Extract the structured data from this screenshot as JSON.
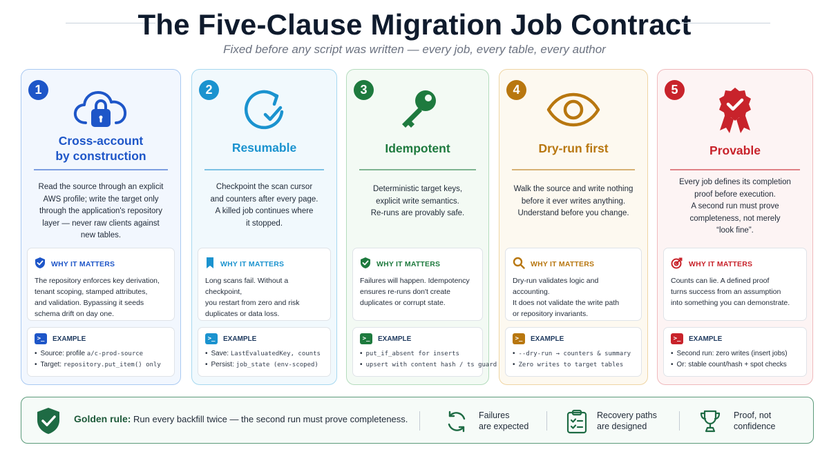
{
  "header": {
    "title": "The Five-Clause Migration Job Contract",
    "subtitle": "Fixed before any script was written — every job, every table, every author"
  },
  "labels": {
    "why": "WHY IT MATTERS",
    "example": "EXAMPLE"
  },
  "cards": [
    {
      "number": "1",
      "title_line1": "Cross-account",
      "title_line2": "by construction",
      "icon": "cloud-lock-icon",
      "color": "#1e56c8",
      "bg": "#f2f7fe",
      "border": "#a9c9f2",
      "desc": [
        "Read the source through an explicit",
        "AWS profile; write the target only",
        "through the application's repository",
        "layer — never raw clients against",
        "new tables."
      ],
      "why_icon": "shield-check-icon",
      "why": [
        "The repository enforces key derivation,",
        "tenant scoping, stamped attributes,",
        "and validation. Bypassing it seeds",
        "schema drift on day one."
      ],
      "example": [
        {
          "label": "Source:",
          "text": "profile",
          "code": "a/c-prod-source"
        },
        {
          "label": "Target:",
          "text": "",
          "code": "repository.put_item() only"
        }
      ]
    },
    {
      "number": "2",
      "title_line1": "Resumable",
      "title_line2": "",
      "icon": "refresh-check-icon",
      "color": "#1b93cf",
      "bg": "#f1f9fd",
      "border": "#a6d8f0",
      "desc": [
        "Checkpoint the scan cursor",
        "and counters after every page.",
        "A killed job continues where",
        "it stopped."
      ],
      "why_icon": "bookmark-icon",
      "why": [
        "Long scans fail. Without a checkpoint,",
        "you restart from zero and risk",
        "duplicates or data loss."
      ],
      "example": [
        {
          "label": "Save:",
          "text": "",
          "code": "LastEvaluatedKey, counts"
        },
        {
          "label": "Persist:",
          "text": "",
          "code": "job_state (env-scoped)"
        }
      ]
    },
    {
      "number": "3",
      "title_line1": "Idempotent",
      "title_line2": "",
      "icon": "key-icon",
      "color": "#1e7a3e",
      "bg": "#f3faf4",
      "border": "#b4dcbd",
      "desc": [
        "Deterministic target keys,",
        "explicit write semantics.",
        "Re-runs are provably safe."
      ],
      "why_icon": "shield-check-icon",
      "why": [
        "Failures will happen. Idempotency",
        "ensures re-runs don't create",
        "duplicates or corrupt state."
      ],
      "example": [
        {
          "label": "",
          "text": "",
          "code": "put_if_absent for inserts"
        },
        {
          "label": "",
          "text": "",
          "code": "upsert with content hash / ts guard"
        }
      ]
    },
    {
      "number": "4",
      "title_line1": "Dry-run first",
      "title_line2": "",
      "icon": "eye-icon",
      "color": "#b8770f",
      "bg": "#fdf9f0",
      "border": "#efd5a3",
      "desc": [
        "Walk the source and write nothing",
        "before it ever writes anything.",
        "Understand before you change."
      ],
      "why_icon": "magnifier-icon",
      "why": [
        "Dry-run validates logic and accounting.",
        "It does not validate the write path",
        "or repository invariants."
      ],
      "example": [
        {
          "label": "",
          "text": "",
          "code": "--dry-run → counters & summary"
        },
        {
          "label": "",
          "text": "",
          "code": "Zero writes to target tables"
        }
      ]
    },
    {
      "number": "5",
      "title_line1": "Provable",
      "title_line2": "",
      "icon": "award-ribbon-icon",
      "color": "#c8232b",
      "bg": "#fdf4f4",
      "border": "#f0b9bc",
      "desc": [
        "Every job defines its completion",
        "proof before execution.",
        "A second run must prove",
        "completeness, not merely",
        "“look fine”."
      ],
      "why_icon": "target-icon",
      "why": [
        "Counts can lie. A defined proof",
        "turns success from an assumption",
        "into something you can demonstrate."
      ],
      "example": [
        {
          "label": "Second run:",
          "text": "zero writes (insert jobs)",
          "code": ""
        },
        {
          "label": "Or:",
          "text": "stable count/hash + spot checks",
          "code": ""
        }
      ]
    }
  ],
  "footer": {
    "rule_label": "Golden rule:",
    "rule_text": "Run every backfill twice — the second run must prove completeness.",
    "items": [
      {
        "icon": "cycle-arrows-icon",
        "line1": "Failures",
        "line2": "are expected"
      },
      {
        "icon": "checklist-icon",
        "line1": "Recovery paths",
        "line2": "are designed"
      },
      {
        "icon": "trophy-icon",
        "line1": "Proof, not",
        "line2": "confidence"
      }
    ]
  }
}
